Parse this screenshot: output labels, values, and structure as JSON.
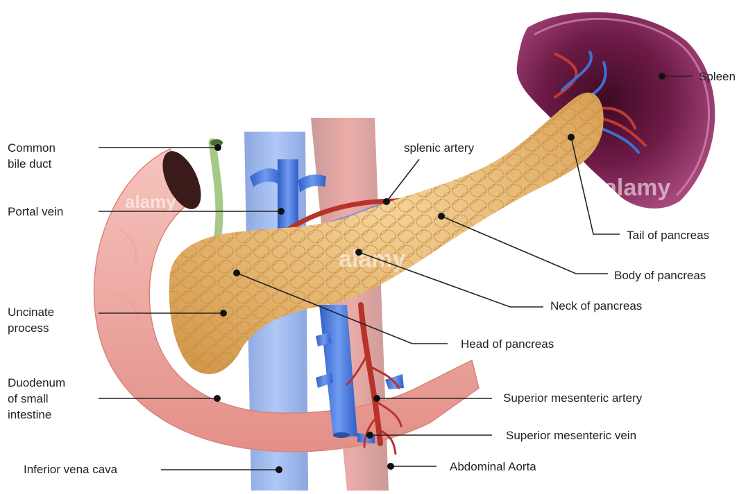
{
  "diagram": {
    "labels": {
      "common_bile_duct": "Common\nbile duct",
      "portal_vein": "Portal vein",
      "uncinate_process": "Uncinate\nprocess",
      "duodenum": "Duodenum\nof small\nintestine",
      "inferior_vena_cava": "Inferior vena cava",
      "splenic_artery": "splenic artery",
      "spleen": "Spleen",
      "tail_of_pancreas": "Tail of pancreas",
      "body_of_pancreas": "Body of pancreas",
      "neck_of_pancreas": "Neck of pancreas",
      "head_of_pancreas": "Head of pancreas",
      "superior_mesenteric_artery": "Superior mesenteric artery",
      "superior_mesenteric_vein": "Superior mesenteric vein",
      "abdominal_aorta": "Abdominal Aorta"
    },
    "watermark": "alamy",
    "colors": {
      "pancreas": "#E9B96E",
      "duodenum": "#EFA7A0",
      "vein": "#4A7BD8",
      "artery": "#B8322A",
      "spleen": "#7A1F4F",
      "bile_duct": "#A6C98A"
    }
  }
}
